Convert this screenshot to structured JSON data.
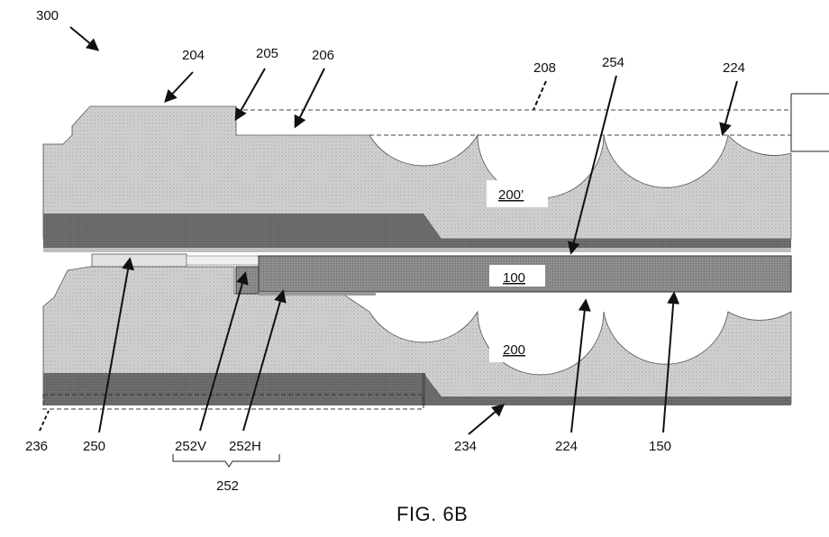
{
  "figure": {
    "caption": "FIG. 6B",
    "ref_300": "300",
    "labels": {
      "l204": "204",
      "l205": "205",
      "l206": "206",
      "l208": "208",
      "l254": "254",
      "l224_top": "224",
      "l200p": "200’",
      "l100": "100",
      "l200": "200",
      "l236": "236",
      "l250": "250",
      "l252v": "252V",
      "l252h": "252H",
      "l252": "252",
      "l234": "234",
      "l224_bot": "224",
      "l150": "150"
    }
  }
}
